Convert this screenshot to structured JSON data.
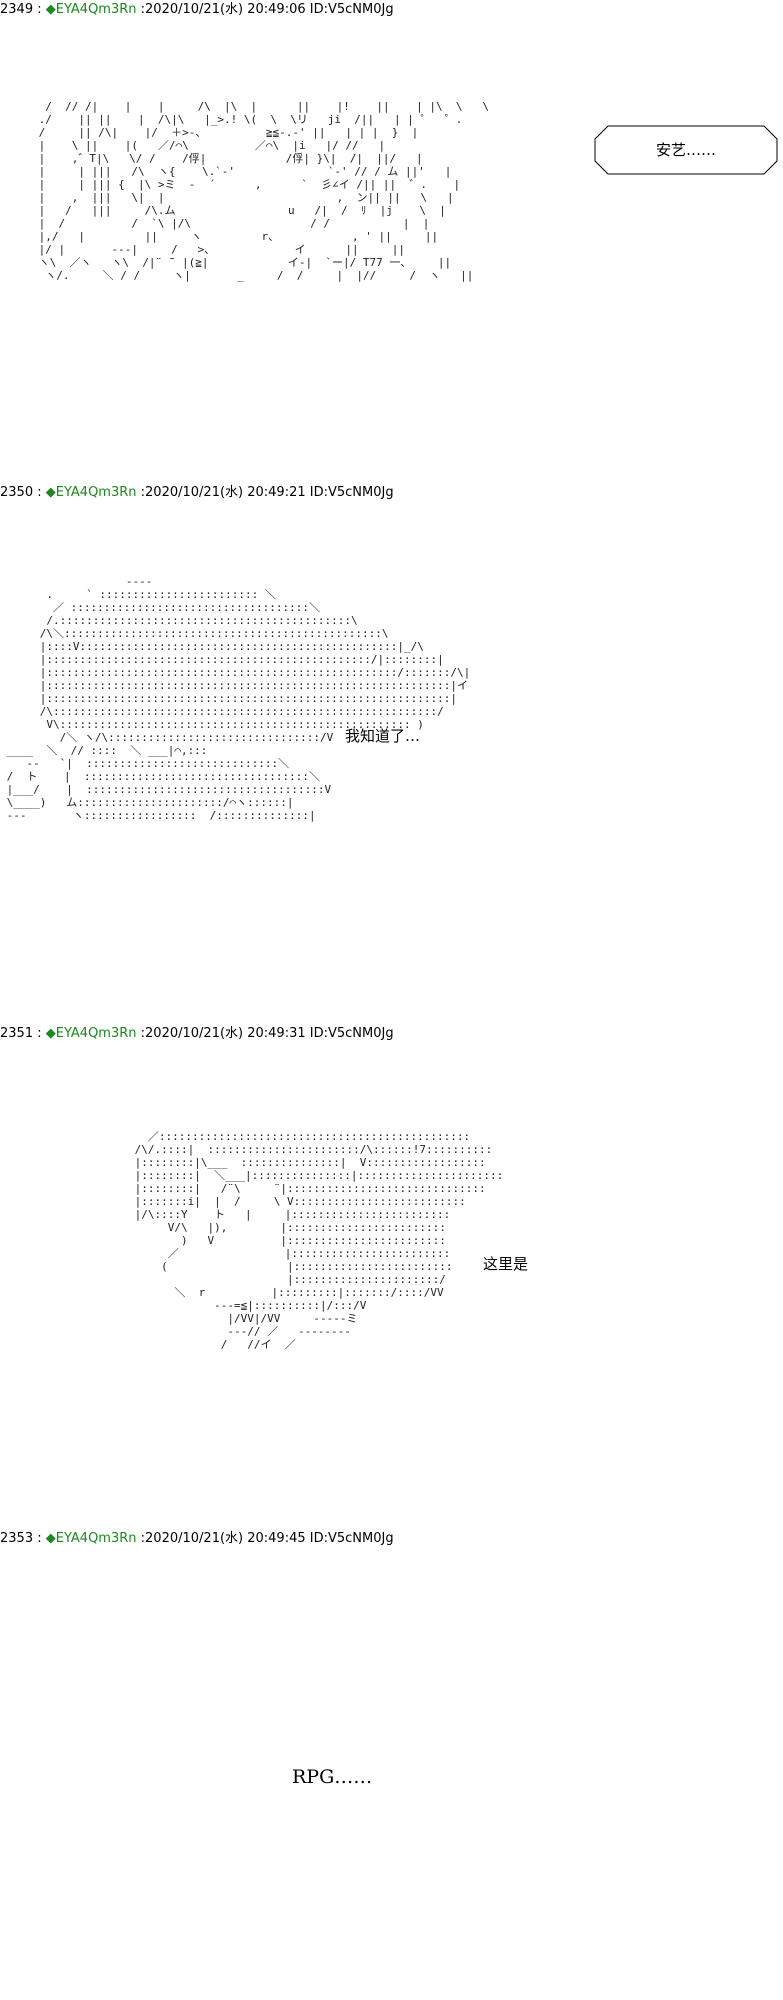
{
  "posts": [
    {
      "number": "2349",
      "separator": ":",
      "name": "◆EYA4Qm3Rn",
      "meta": ":2020/10/21(水) 20:49:06 ID:V5cNM0Jg",
      "speech": "安艺……",
      "art": [
        "  /  // /|    |    |     /\\  |\\  |      ||    |!    ||    | |\\  \\   \\",
        " ./    || ||    |  /\\|\\   |_>.! \\(  \\  \\リ   ji  /||   | | ゜  ゜.",
        " /     || /\\|    |/  ＋>-、         ≧≦-.-' ||   | | |  }  |",
        " |    \\ ||    |(   ／/⌒\\          ／⌒\\  |i   |/ //   |",
        " |    ,゛T|\\   \\/ /    /俘|            /俘| }\\|  /|  ||/   |",
        " |     | |||   /\\  ヽ{    \\.`-'              `-' // / ム ||'   |",
        " |     | ||| {  |\\ >ミ  -  ´      ,      `  彡∠イ /|| ||  ゛.    |",
        " |    ,  |||   \\|  |                          ,  ン|| ||   \\   |",
        " |   /   |||     /\\.ム                 u   /|  /  ﾘ  |j    \\  |",
        " |  /          /  `\\ |/\\                  / /           |  |",
        " |,/   |         ||     ヽ         r、           , ' ||     ||",
        " |/ |       ---|     /   >、            イ      ||     ||",
        " ヽ\\  ／ヽ   ヽ\\  /|¨ ̄¨ |(≧|            イ-|  `ー|/ T77 一、    ||",
        "  ヽ/.     ＼ / /     ヽ|       _     /  /     |  |//     /  ヽ   ||"
      ]
    },
    {
      "number": "2350",
      "separator": ":",
      "name": "◆EYA4Qm3Rn",
      "meta": ":2020/10/21(水) 20:49:21 ID:V5cNM0Jg",
      "speech": "我知道了…",
      "art": [
        "                   ----",
        "       .     ` :::::::::::::::::::::::: ＼",
        "        ／ ::::::::::::::::::::::::::::::::::::＼",
        "       /.::::::::::::::::::::::::::::::::::::::::::::\\",
        "      /\\＼::::::::::::::::::::::::::::::::::::::::::::::::\\",
        "      |::::V::::::::::::::::::::::::::::::::::::::::::::::::|_/\\",
        "      |:::::::::::::::::::::::::::::::::::::::::::::::::/|::::::::|",
        "      |:::::::::::::::::::::::::::::::::::::::::::::::::::::/:::::::/\\|",
        "      |:::::::::::::::::::::::::::::::::::::::::::::::::::::::::::::|イ",
        "      |:::::::::::::::::::::::::::::::::::::::::::::::::::::::::::::|",
        "      /\\::::::::::::::::::::::::::::::::::::::::::::::::::::::::::/",
        "       V\\::::::::::::::::::::::::::::::::::::::::::::::::::::: )",
        "         /＼ ヽ/\\::::::::::::::::::::::::::::::::/V",
        " ____  ＼  // ::::  ＼ ___|⌒,:::",
        "    --   `|  :::::::::::::::::::::::::::::＼",
        " /  ト    |  ::::::::::::::::::::::::::::::::::＼",
        " |___/    |  ::::::::::::::::::::::::::::::::::::V",
        " \\____)   ム::::::::::::::::::::::/⌒ヽ::::::|",
        " ---       ヽ:::::::::::::::::  /::::::::::::::|"
      ]
    },
    {
      "number": "2351",
      "separator": ":",
      "name": "◆EYA4Qm3Rn",
      "meta": ":2020/10/21(水) 20:49:31 ID:V5cNM0Jg",
      "speech": "这里是",
      "art": [
        "   ／:::::::::::::::::::::::::::::::::::::::::::::::",
        " /\\/.::::|  :::::::::::::::::::::::/\\::::::!7::::::::::",
        " |::::::::|\\___  :::::::::::::::|  V::::::::::::::::::",
        " |::::::::|  ＼___|:::::::::::::::|::::::::::::::::::::::",
        " |::::::::|   /¨\\     ¨|::::::::::::::::::::::::::::::",
        " |:::::::i|  |  /     \\ V::::::::::::::::::::::::::",
        " |/\\::::Y    ト   |     |::::::::::::::::::::::::",
        "      V/\\   |),        |::::::::::::::::::::::::",
        "        )   V          |::::::::::::::::::::::::",
        "      ／                |::::::::::::::::::::::::",
        "     (                  |::::::::::::::::::::::::",
        "                        |::::::::::::::::::::::/",
        "       ＼  r          |:::::::::|:::::::/::::/VV",
        "             ---=≦|::::::::::|/:::/V",
        "               |/VV|/VV     -----ミ",
        "               ---// ／   --------",
        "              /   //イ  ／"
      ]
    },
    {
      "number": "2353",
      "separator": ":",
      "name": "◆EYA4Qm3Rn",
      "meta": ":2020/10/21(水) 20:49:45 ID:V5cNM0Jg",
      "speech": "RPG……"
    }
  ]
}
